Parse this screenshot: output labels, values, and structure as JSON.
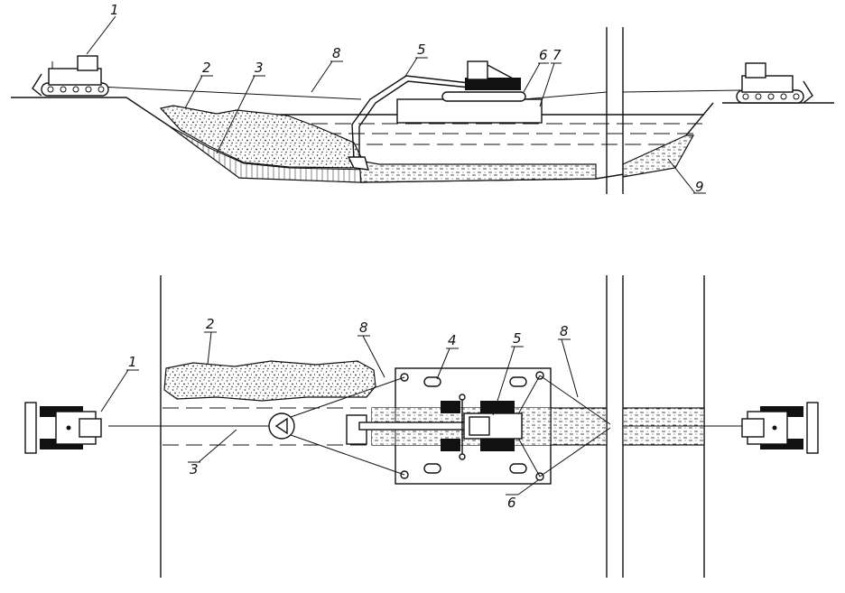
{
  "figure": {
    "section_view": {
      "labels": [
        {
          "id": "l1",
          "text": "1"
        },
        {
          "id": "l2",
          "text": "2"
        },
        {
          "id": "l3",
          "text": "3"
        },
        {
          "id": "l8",
          "text": "8"
        },
        {
          "id": "l5",
          "text": "5"
        },
        {
          "id": "l6",
          "text": "6"
        },
        {
          "id": "l7",
          "text": "7"
        },
        {
          "id": "l9",
          "text": "9"
        }
      ]
    },
    "plan_view": {
      "labels": [
        {
          "id": "p1",
          "text": "1"
        },
        {
          "id": "p2",
          "text": "2"
        },
        {
          "id": "p8a",
          "text": "8"
        },
        {
          "id": "p4",
          "text": "4"
        },
        {
          "id": "p5",
          "text": "5"
        },
        {
          "id": "p8b",
          "text": "8"
        },
        {
          "id": "p3",
          "text": "3"
        },
        {
          "id": "p6",
          "text": "6"
        }
      ]
    }
  },
  "colors": {
    "line": "#111111",
    "background": "#ffffff"
  }
}
